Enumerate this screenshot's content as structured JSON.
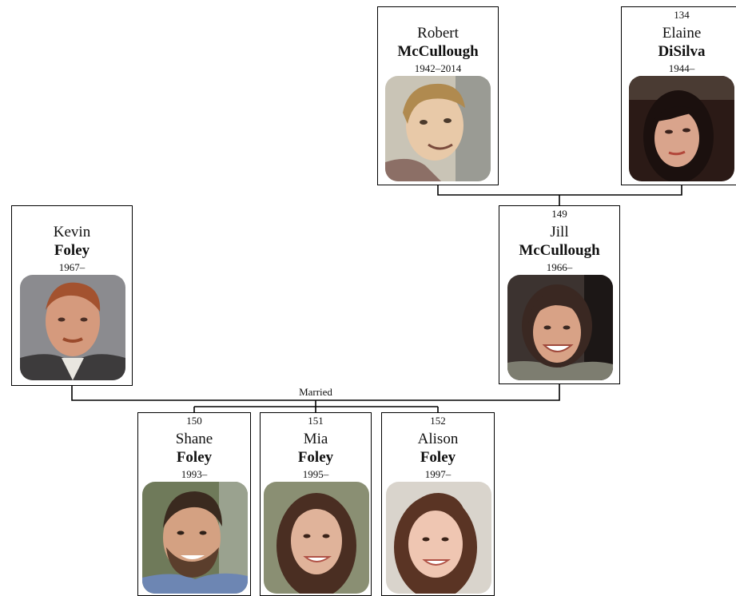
{
  "people": {
    "robert": {
      "id": "",
      "given": "Robert",
      "surname": "McCullough",
      "years": "1942–2014",
      "photo": "photo-robert-mccullough"
    },
    "elaine": {
      "id": "134",
      "given": "Elaine",
      "surname": "DiSilva",
      "years": "1944–",
      "photo": "photo-elaine-disilva"
    },
    "kevin": {
      "id": "",
      "given": "Kevin",
      "surname": "Foley",
      "years": "1967–",
      "photo": "photo-kevin-foley"
    },
    "jill": {
      "id": "149",
      "given": "Jill",
      "surname": "McCullough",
      "years": "1966–",
      "photo": "photo-jill-mccullough"
    },
    "shane": {
      "id": "150",
      "given": "Shane",
      "surname": "Foley",
      "years": "1993–",
      "photo": "photo-shane-foley"
    },
    "mia": {
      "id": "151",
      "given": "Mia",
      "surname": "Foley",
      "years": "1995–",
      "photo": "photo-mia-foley"
    },
    "alison": {
      "id": "152",
      "given": "Alison",
      "surname": "Foley",
      "years": "1997–",
      "photo": "photo-alison-foley"
    }
  },
  "unions": {
    "kevin_jill": {
      "label": "Married"
    }
  },
  "colors": {
    "line": "#000000",
    "card_border": "#000000",
    "card_background": "#ffffff"
  }
}
